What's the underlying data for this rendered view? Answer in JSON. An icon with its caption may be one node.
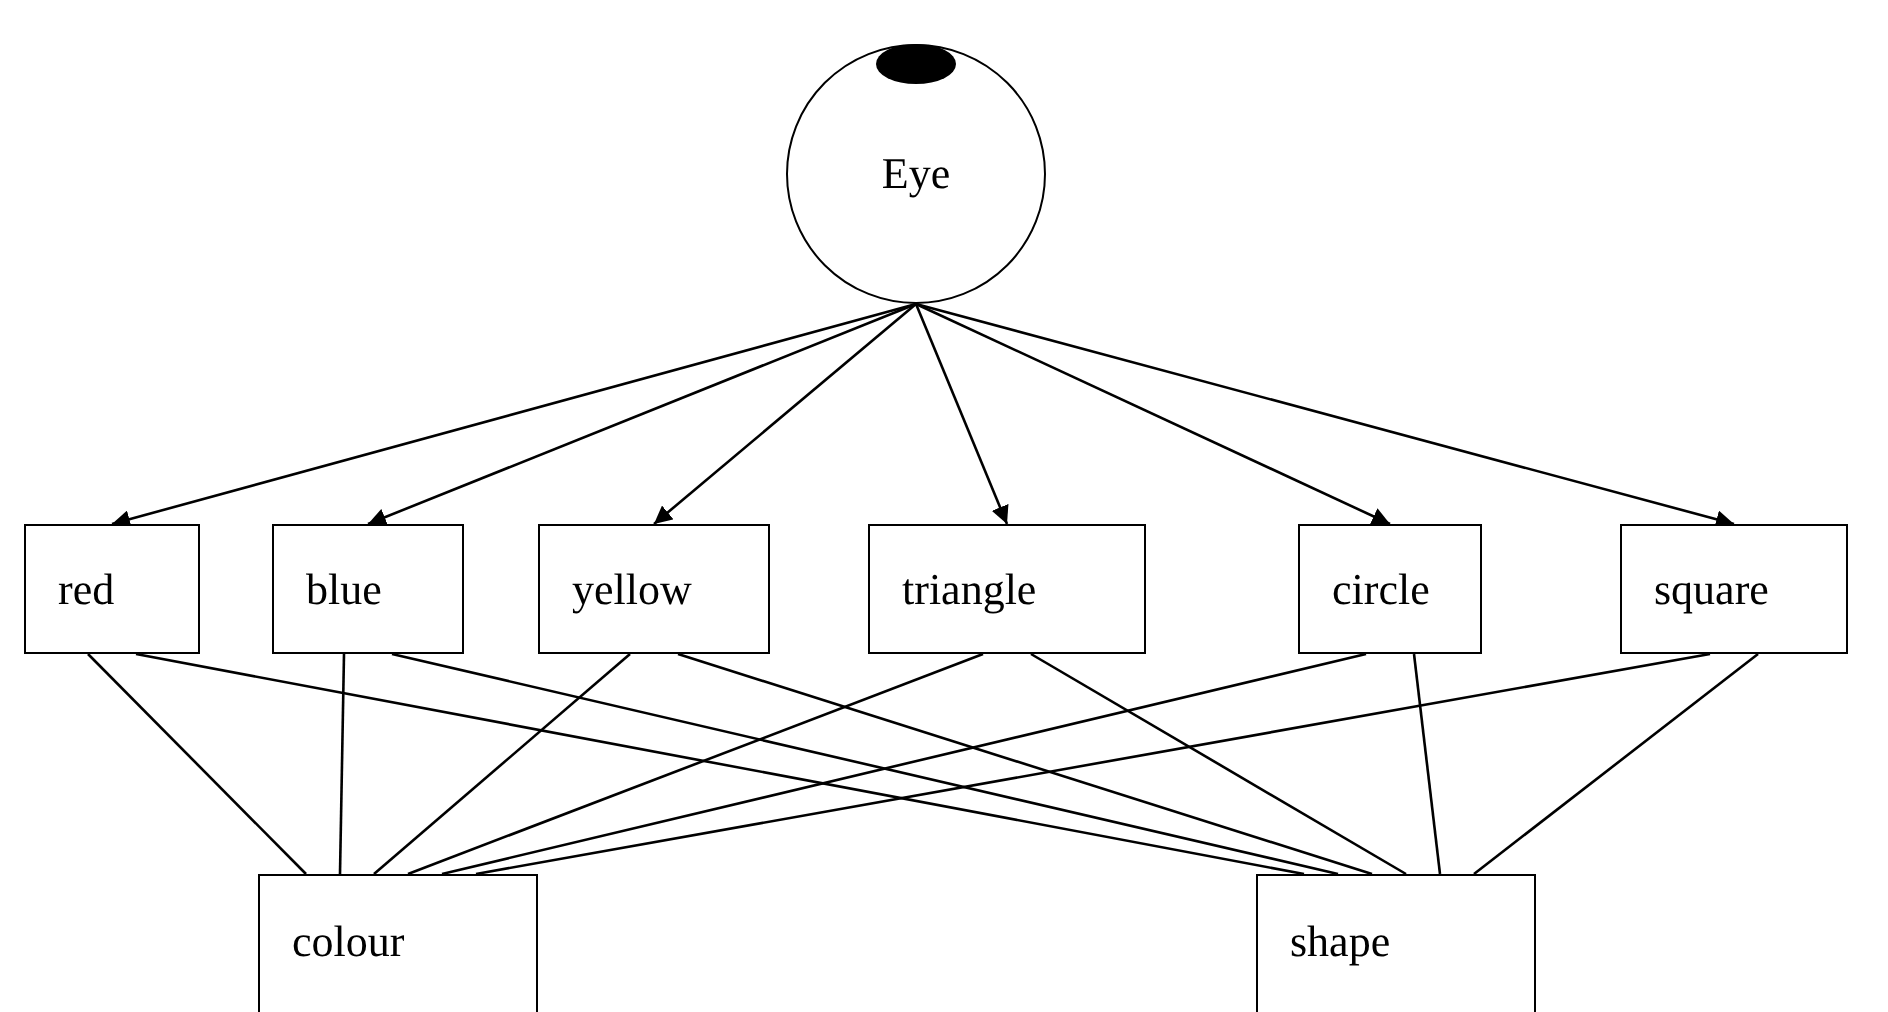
{
  "diagram": {
    "nodes": [
      {
        "text": [
          "Eye"
        ]
      },
      {
        "text": [
          "red"
        ]
      },
      {
        "text": [
          "blue"
        ]
      },
      {
        "text": [
          "yellow"
        ]
      },
      {
        "text": [
          "triangle"
        ]
      },
      {
        "text": [
          "circle"
        ]
      },
      {
        "text": [
          "square"
        ]
      },
      {
        "text": [
          "colour"
        ]
      },
      {
        "text": [
          "shape"
        ]
      }
    ],
    "edges": [
      {
        "from": 0,
        "to": 1,
        "arrow": "to"
      },
      {
        "from": 0,
        "to": 2,
        "arrow": "to"
      },
      {
        "from": 0,
        "to": 3,
        "arrow": "to"
      },
      {
        "from": 0,
        "to": 4,
        "arrow": "to"
      },
      {
        "from": 0,
        "to": 5,
        "arrow": "to"
      },
      {
        "from": 0,
        "to": 6,
        "arrow": "to"
      },
      {
        "from": 1,
        "to": 7,
        "arrow": "none"
      },
      {
        "from": 1,
        "to": 8,
        "arrow": "none"
      },
      {
        "from": 2,
        "to": 7,
        "arrow": "none"
      },
      {
        "from": 2,
        "to": 8,
        "arrow": "none"
      },
      {
        "from": 3,
        "to": 7,
        "arrow": "none"
      },
      {
        "from": 3,
        "to": 8,
        "arrow": "none"
      },
      {
        "from": 4,
        "to": 7,
        "arrow": "none"
      },
      {
        "from": 4,
        "to": 8,
        "arrow": "none"
      },
      {
        "from": 5,
        "to": 7,
        "arrow": "none"
      },
      {
        "from": 5,
        "to": 8,
        "arrow": "none"
      },
      {
        "from": 6,
        "to": 7,
        "arrow": "none"
      },
      {
        "from": 6,
        "to": 8,
        "arrow": "none"
      }
    ]
  }
}
